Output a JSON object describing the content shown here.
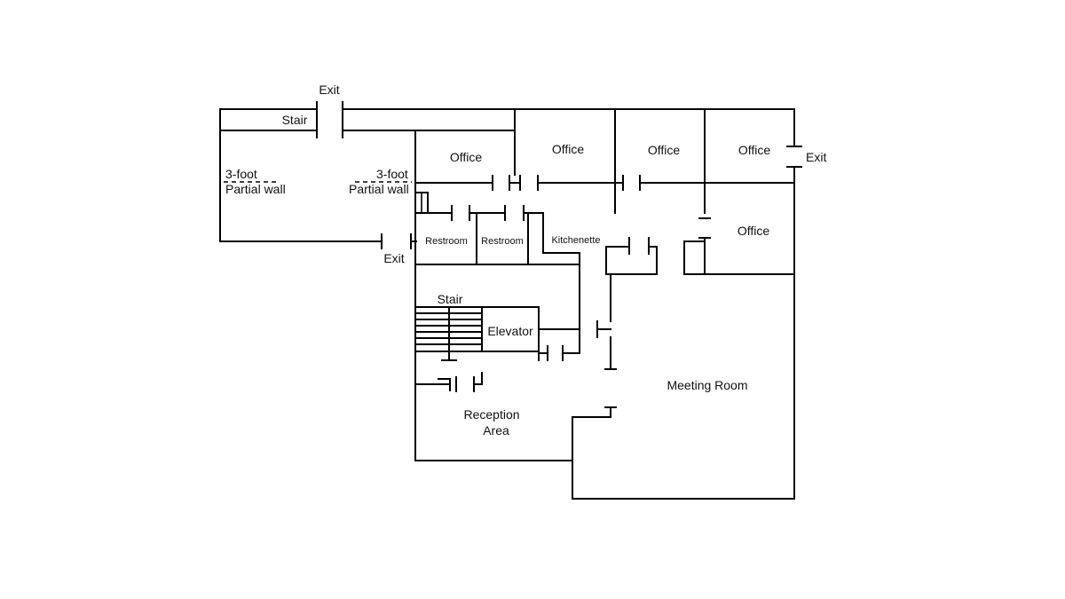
{
  "labels": {
    "exit_top": "Exit",
    "stair_top": "Stair",
    "exit_right": "Exit",
    "exit_left": "Exit",
    "partial_wall_left_1": "3-foot",
    "partial_wall_left_2": "Partial wall",
    "partial_wall_mid_1": "3-foot",
    "partial_wall_mid_2": "Partial wall",
    "office_1": "Office",
    "office_2": "Office",
    "office_3": "Office",
    "office_4": "Office",
    "office_5": "Office",
    "restroom_1": "Restroom",
    "restroom_2": "Restroom",
    "kitchenette": "Kitchenette",
    "stair_inner": "Stair",
    "elevator": "Elevator",
    "meeting_room": "Meeting Room",
    "reception_1": "Reception",
    "reception_2": "Area"
  }
}
